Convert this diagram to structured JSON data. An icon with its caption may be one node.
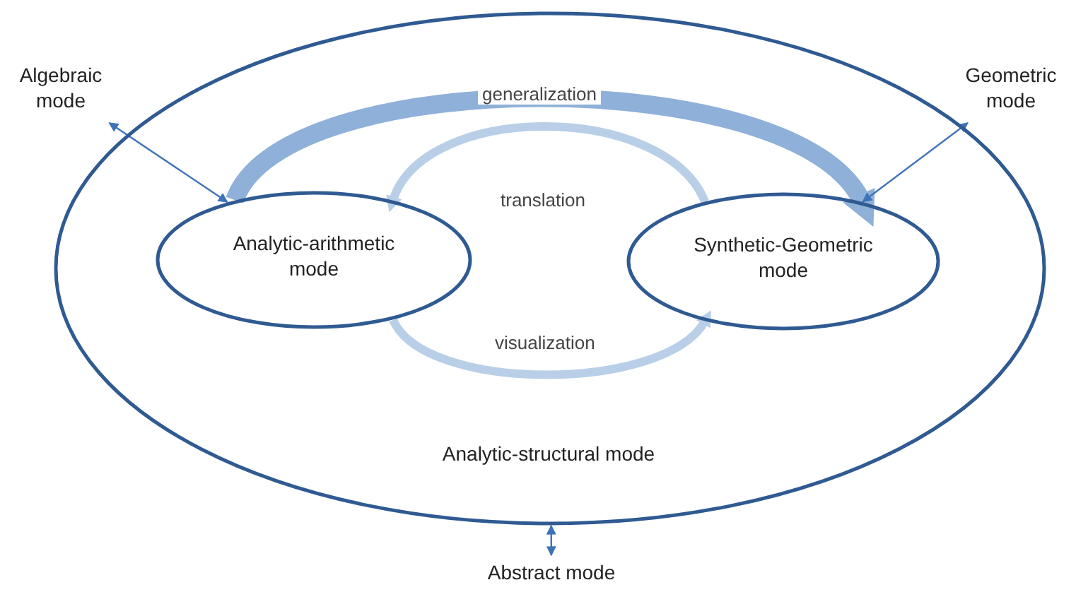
{
  "diagram": {
    "nodes": [
      {
        "text": [
          "Analytic-structural mode"
        ]
      },
      {
        "text": [
          "Analytic-arithmetic mode"
        ],
        "in": 0
      },
      {
        "text": [
          "Synthetic-Geometric mode"
        ],
        "in": 0
      },
      {
        "text": [
          "Algebraic mode"
        ]
      },
      {
        "text": [
          "Geometric mode"
        ]
      },
      {
        "text": [
          "Abstract mode"
        ]
      }
    ],
    "edges": [
      {
        "from": 1,
        "to": 2,
        "arrow": "to",
        "label": "generalization",
        "style": "thick",
        "color": "#8fb0d8"
      },
      {
        "from": 2,
        "to": 1,
        "arrow": "to",
        "label": "translation",
        "style": "thick",
        "color": "#b9cfe8"
      },
      {
        "from": 1,
        "to": 2,
        "arrow": "to",
        "label": "visualization",
        "style": "thick",
        "color": "#b9cfe8"
      },
      {
        "from": 3,
        "to": 1,
        "arrow": "both"
      },
      {
        "from": 4,
        "to": 2,
        "arrow": "both"
      },
      {
        "from": 0,
        "to": 5,
        "arrow": "both"
      }
    ]
  }
}
